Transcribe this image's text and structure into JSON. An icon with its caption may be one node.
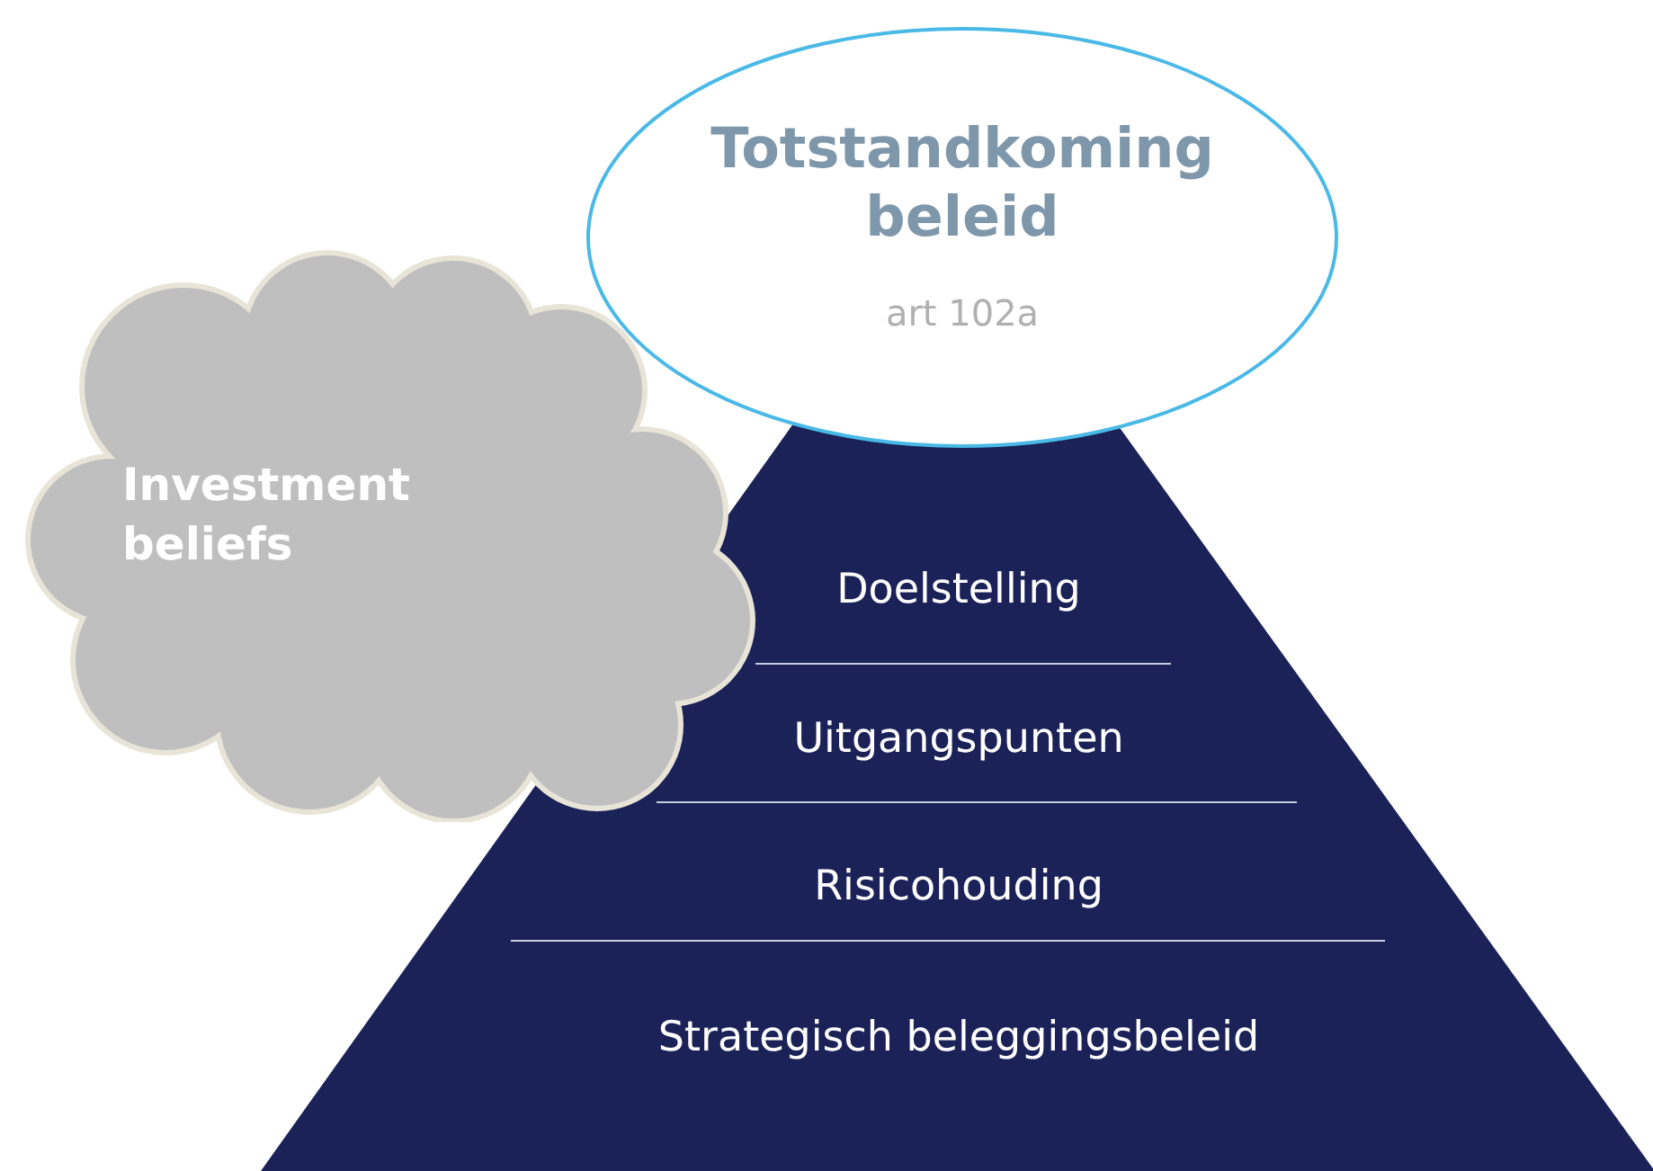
{
  "diagram": {
    "nodes": [
      {
        "text": [
          "Totstandkoming beleid",
          "art 102a"
        ]
      },
      {
        "text": [
          "Investment beliefs"
        ]
      },
      {
        "text": [],
        "shape": "triangle"
      },
      {
        "text": [
          "Doelstelling"
        ],
        "in": 2
      },
      {
        "text": [
          "Uitgangspunten"
        ],
        "in": 2
      },
      {
        "text": [
          "Risicohouding"
        ],
        "in": 2
      },
      {
        "text": [
          "Strategisch beleggingsbeleid"
        ],
        "in": 2
      }
    ],
    "edges": []
  }
}
